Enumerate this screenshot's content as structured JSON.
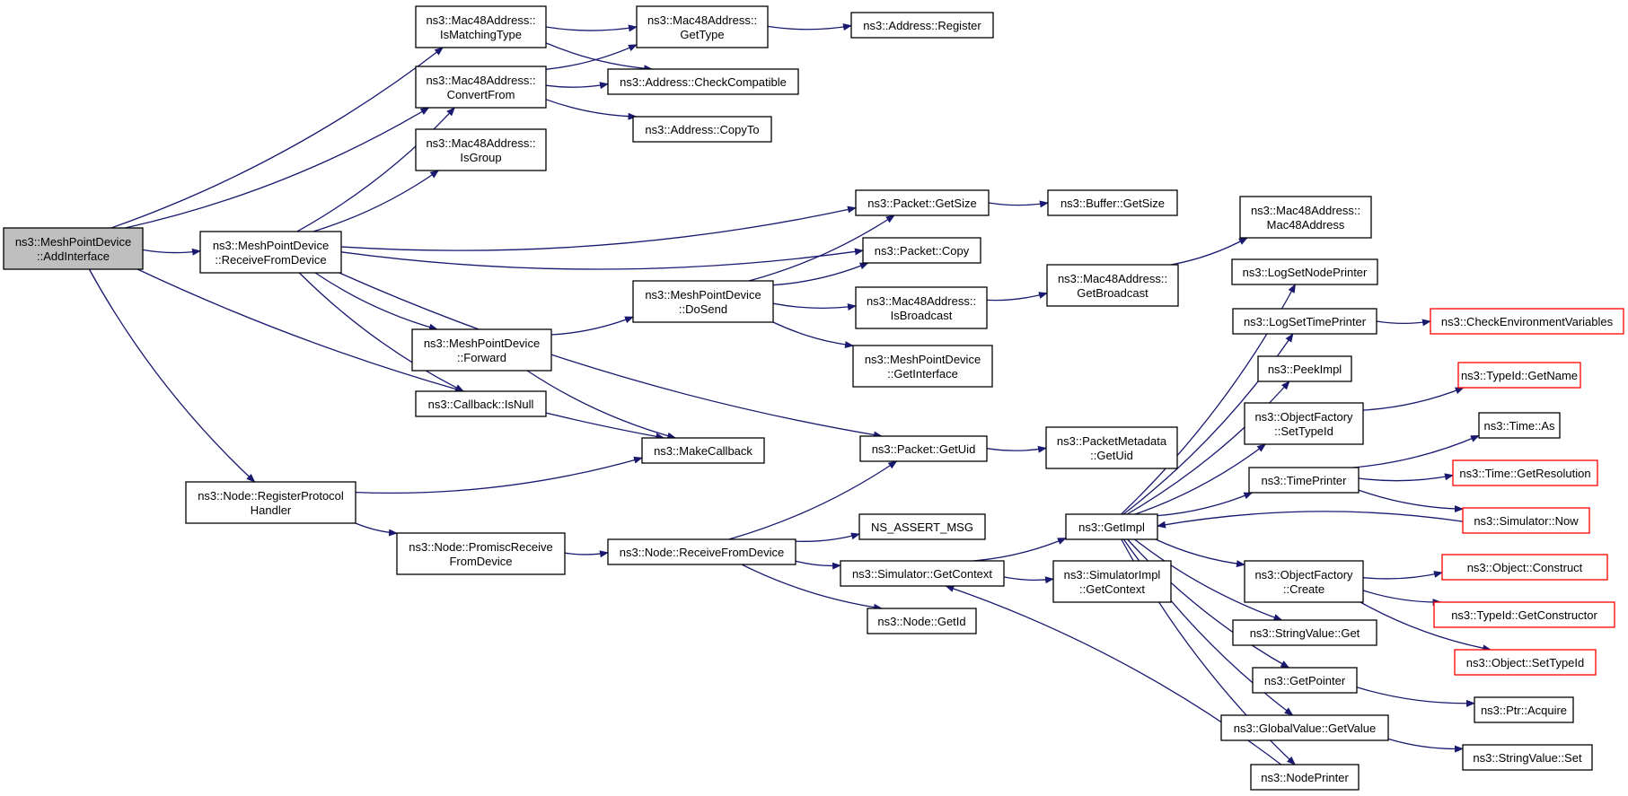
{
  "nodes": [
    {
      "id": "addinterface",
      "lines": [
        "ns3::MeshPointDevice",
        "::AddInterface"
      ],
      "root": true
    },
    {
      "id": "ismatchingtype",
      "lines": [
        "ns3::Mac48Address::",
        "IsMatchingType"
      ]
    },
    {
      "id": "gettype",
      "lines": [
        "ns3::Mac48Address::",
        "GetType"
      ]
    },
    {
      "id": "register",
      "lines": [
        "ns3::Address::Register"
      ]
    },
    {
      "id": "convertfrom",
      "lines": [
        "ns3::Mac48Address::",
        "ConvertFrom"
      ]
    },
    {
      "id": "checkcompatible",
      "lines": [
        "ns3::Address::CheckCompatible"
      ]
    },
    {
      "id": "copyto",
      "lines": [
        "ns3::Address::CopyTo"
      ]
    },
    {
      "id": "isgroup",
      "lines": [
        "ns3::Mac48Address::",
        "IsGroup"
      ]
    },
    {
      "id": "receivefromdevice",
      "lines": [
        "ns3::MeshPointDevice",
        "::ReceiveFromDevice"
      ]
    },
    {
      "id": "packetgetsize",
      "lines": [
        "ns3::Packet::GetSize"
      ]
    },
    {
      "id": "buffergetsize",
      "lines": [
        "ns3::Buffer::GetSize"
      ]
    },
    {
      "id": "mac48ctor",
      "lines": [
        "ns3::Mac48Address::",
        "Mac48Address"
      ]
    },
    {
      "id": "packetcopy",
      "lines": [
        "ns3::Packet::Copy"
      ]
    },
    {
      "id": "dosend",
      "lines": [
        "ns3::MeshPointDevice",
        "::DoSend"
      ]
    },
    {
      "id": "isbroadcast",
      "lines": [
        "ns3::Mac48Address::",
        "IsBroadcast"
      ]
    },
    {
      "id": "getbroadcast",
      "lines": [
        "ns3::Mac48Address::",
        "GetBroadcast"
      ]
    },
    {
      "id": "logsetnodeprinter",
      "lines": [
        "ns3::LogSetNodePrinter"
      ]
    },
    {
      "id": "logsettimeprinter",
      "lines": [
        "ns3::LogSetTimePrinter"
      ]
    },
    {
      "id": "checkenv",
      "lines": [
        "ns3::CheckEnvironmentVariables"
      ],
      "truncated": true
    },
    {
      "id": "forward",
      "lines": [
        "ns3::MeshPointDevice",
        "::Forward"
      ]
    },
    {
      "id": "getinterface",
      "lines": [
        "ns3::MeshPointDevice",
        "::GetInterface"
      ]
    },
    {
      "id": "peekimpl",
      "lines": [
        "ns3::PeekImpl"
      ]
    },
    {
      "id": "isnull",
      "lines": [
        "ns3::Callback::IsNull"
      ]
    },
    {
      "id": "objfactsettypeid",
      "lines": [
        "ns3::ObjectFactory",
        "::SetTypeId"
      ]
    },
    {
      "id": "typeidgetname",
      "lines": [
        "ns3::TypeId::GetName"
      ],
      "truncated": true
    },
    {
      "id": "makecallback",
      "lines": [
        "ns3::MakeCallback"
      ]
    },
    {
      "id": "packetgetuid",
      "lines": [
        "ns3::Packet::GetUid"
      ]
    },
    {
      "id": "pktmetagetuid",
      "lines": [
        "ns3::PacketMetadata",
        "::GetUid"
      ]
    },
    {
      "id": "timeas",
      "lines": [
        "ns3::Time::As"
      ]
    },
    {
      "id": "timeprinter",
      "lines": [
        "ns3::TimePrinter"
      ]
    },
    {
      "id": "timegetres",
      "lines": [
        "ns3::Time::GetResolution"
      ],
      "truncated": true
    },
    {
      "id": "registerprotocol",
      "lines": [
        "ns3::Node::RegisterProtocol",
        "Handler"
      ]
    },
    {
      "id": "simnow",
      "lines": [
        "ns3::Simulator::Now"
      ],
      "truncated": true
    },
    {
      "id": "assertmsg",
      "lines": [
        "NS_ASSERT_MSG"
      ]
    },
    {
      "id": "getimpl",
      "lines": [
        "ns3::GetImpl"
      ]
    },
    {
      "id": "promiscreceive",
      "lines": [
        "ns3::Node::PromiscReceive",
        "FromDevice"
      ]
    },
    {
      "id": "nodereceive",
      "lines": [
        "ns3::Node::ReceiveFromDevice"
      ]
    },
    {
      "id": "simgetcontext",
      "lines": [
        "ns3::Simulator::GetContext"
      ]
    },
    {
      "id": "simimplgetcontext",
      "lines": [
        "ns3::SimulatorImpl",
        "::GetContext"
      ]
    },
    {
      "id": "objfactcreate",
      "lines": [
        "ns3::ObjectFactory",
        "::Create"
      ]
    },
    {
      "id": "objconstruct",
      "lines": [
        "ns3::Object::Construct"
      ],
      "truncated": true
    },
    {
      "id": "typeidgetctor",
      "lines": [
        "ns3::TypeId::GetConstructor"
      ],
      "truncated": true
    },
    {
      "id": "nodegetid",
      "lines": [
        "ns3::Node::GetId"
      ]
    },
    {
      "id": "stringvalueget",
      "lines": [
        "ns3::StringValue::Get"
      ]
    },
    {
      "id": "objsettypeid",
      "lines": [
        "ns3::Object::SetTypeId"
      ],
      "truncated": true
    },
    {
      "id": "getpointer",
      "lines": [
        "ns3::GetPointer"
      ]
    },
    {
      "id": "ptracquire",
      "lines": [
        "ns3::Ptr::Acquire"
      ]
    },
    {
      "id": "globalvalueget",
      "lines": [
        "ns3::GlobalValue::GetValue"
      ]
    },
    {
      "id": "stringvalueset",
      "lines": [
        "ns3::StringValue::Set"
      ]
    },
    {
      "id": "nodeprinter",
      "lines": [
        "ns3::NodePrinter"
      ]
    }
  ],
  "edges": [
    [
      "addinterface",
      "ismatchingtype"
    ],
    [
      "addinterface",
      "convertfrom"
    ],
    [
      "addinterface",
      "receivefromdevice"
    ],
    [
      "addinterface",
      "makecallback"
    ],
    [
      "addinterface",
      "registerprotocol"
    ],
    [
      "ismatchingtype",
      "gettype"
    ],
    [
      "ismatchingtype",
      "checkcompatible"
    ],
    [
      "gettype",
      "register"
    ],
    [
      "convertfrom",
      "gettype"
    ],
    [
      "convertfrom",
      "checkcompatible"
    ],
    [
      "convertfrom",
      "copyto"
    ],
    [
      "receivefromdevice",
      "convertfrom"
    ],
    [
      "receivefromdevice",
      "isgroup"
    ],
    [
      "receivefromdevice",
      "packetgetsize"
    ],
    [
      "receivefromdevice",
      "packetcopy"
    ],
    [
      "receivefromdevice",
      "forward"
    ],
    [
      "receivefromdevice",
      "isnull"
    ],
    [
      "receivefromdevice",
      "packetgetuid"
    ],
    [
      "packetgetsize",
      "buffergetsize"
    ],
    [
      "forward",
      "dosend"
    ],
    [
      "forward",
      "makecallback"
    ],
    [
      "dosend",
      "packetgetsize"
    ],
    [
      "dosend",
      "packetcopy"
    ],
    [
      "dosend",
      "isbroadcast"
    ],
    [
      "dosend",
      "getinterface"
    ],
    [
      "isbroadcast",
      "getbroadcast"
    ],
    [
      "getbroadcast",
      "mac48ctor"
    ],
    [
      "packetgetuid",
      "pktmetagetuid"
    ],
    [
      "registerprotocol",
      "makecallback"
    ],
    [
      "registerprotocol",
      "promiscreceive"
    ],
    [
      "promiscreceive",
      "nodereceive"
    ],
    [
      "nodereceive",
      "packetgetuid"
    ],
    [
      "nodereceive",
      "assertmsg"
    ],
    [
      "nodereceive",
      "simgetcontext"
    ],
    [
      "nodereceive",
      "nodegetid"
    ],
    [
      "simgetcontext",
      "getimpl"
    ],
    [
      "simgetcontext",
      "simimplgetcontext"
    ],
    [
      "getimpl",
      "logsetnodeprinter"
    ],
    [
      "getimpl",
      "logsettimeprinter"
    ],
    [
      "getimpl",
      "peekimpl"
    ],
    [
      "getimpl",
      "objfactsettypeid"
    ],
    [
      "getimpl",
      "timeprinter"
    ],
    [
      "getimpl",
      "objfactcreate"
    ],
    [
      "getimpl",
      "stringvalueget"
    ],
    [
      "getimpl",
      "getpointer"
    ],
    [
      "getimpl",
      "globalvalueget"
    ],
    [
      "getimpl",
      "nodeprinter"
    ],
    [
      "logsettimeprinter",
      "checkenv"
    ],
    [
      "objfactsettypeid",
      "typeidgetname"
    ],
    [
      "timeprinter",
      "timeas"
    ],
    [
      "timeprinter",
      "timegetres"
    ],
    [
      "timeprinter",
      "simnow"
    ],
    [
      "simnow",
      "getimpl"
    ],
    [
      "objfactcreate",
      "objconstruct"
    ],
    [
      "objfactcreate",
      "typeidgetctor"
    ],
    [
      "objfactcreate",
      "objsettypeid"
    ],
    [
      "getpointer",
      "ptracquire"
    ],
    [
      "globalvalueget",
      "stringvalueset"
    ],
    [
      "nodeprinter",
      "simgetcontext"
    ]
  ],
  "colors": {
    "edge": "#191970",
    "root_fill": "#bfbfbf",
    "truncated_border": "#ff0000"
  }
}
